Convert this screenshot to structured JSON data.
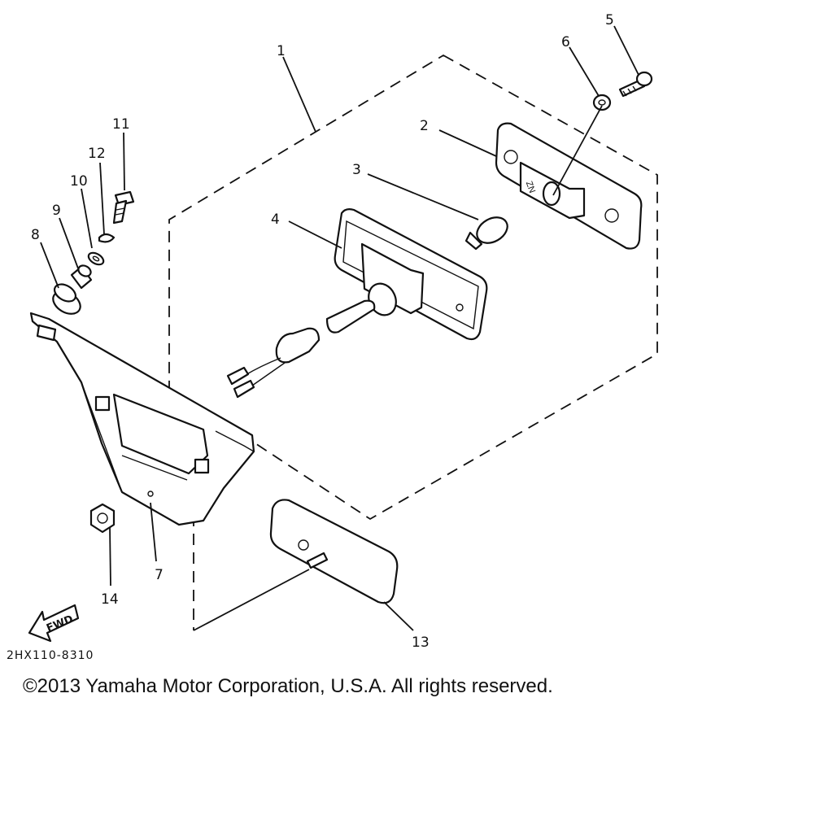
{
  "diagram": {
    "callouts": {
      "c1": "1",
      "c2": "2",
      "c3": "3",
      "c4": "4",
      "c5": "5",
      "c6": "6",
      "c7": "7",
      "c8": "8",
      "c9": "9",
      "c10": "10",
      "c11": "11",
      "c12": "12",
      "c13": "13",
      "c14": "14"
    },
    "fwd_label": "FWD",
    "drawing_code": "2HX110-8310"
  },
  "footer": {
    "copyright": "©2013 Yamaha Motor Corporation, U.S.A. All rights reserved."
  }
}
